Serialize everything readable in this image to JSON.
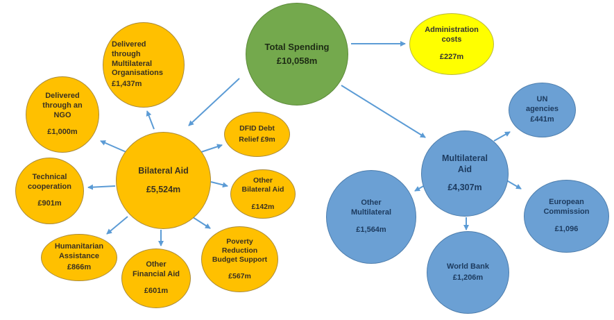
{
  "diagram": {
    "description": "UK aid spending breakdown bubble diagram",
    "colors": {
      "total_node": "#74a94d",
      "admin_node": "#ffff00",
      "bilateral_nodes": "#ffc000",
      "multilateral_nodes": "#6ba0d4",
      "arrows": "#5b9bd5",
      "background": "#ffffff"
    },
    "nodes": {
      "total": {
        "label": "Total Spending",
        "value": "£10,058m"
      },
      "admin": {
        "label": "Administration costs",
        "value": "£227m"
      },
      "dmo": {
        "label": "Delivered through Multilateral Organisations",
        "value": "£1,437m"
      },
      "ngo": {
        "label": "Delivered through an NGO",
        "value": "£1,000m"
      },
      "technical": {
        "label": "Technical cooperation",
        "value": "£901m"
      },
      "humanitarian": {
        "label": "Humanitarian Assistance",
        "value": "£866m"
      },
      "bilateral": {
        "label": "Bilateral Aid",
        "value": "£5,524m"
      },
      "other_financial": {
        "label": "Other Financial Aid",
        "value": "£601m"
      },
      "poverty": {
        "label": "Poverty Reduction Budget Support",
        "value": "£567m"
      },
      "other_bilateral": {
        "label": "Other Bilateral Aid",
        "value": "£142m"
      },
      "dfid": {
        "label": "DFID Debt Relief",
        "value": "£9m"
      },
      "multilateral": {
        "label": "Multilateral Aid",
        "value": "£4,307m"
      },
      "un": {
        "label": "UN agencies",
        "value": "£441m"
      },
      "european": {
        "label": "European Commission",
        "value": "£1,096"
      },
      "world_bank": {
        "label": "World Bank",
        "value": "£1,206m"
      },
      "other_mult": {
        "label": "Other Multilateral",
        "value": "£1,564m"
      }
    },
    "edges": [
      {
        "from": "total",
        "to": "admin"
      },
      {
        "from": "total",
        "to": "bilateral"
      },
      {
        "from": "total",
        "to": "multilateral"
      },
      {
        "from": "bilateral",
        "to": "dmo"
      },
      {
        "from": "bilateral",
        "to": "ngo"
      },
      {
        "from": "bilateral",
        "to": "technical"
      },
      {
        "from": "bilateral",
        "to": "humanitarian"
      },
      {
        "from": "bilateral",
        "to": "other_financial"
      },
      {
        "from": "bilateral",
        "to": "poverty"
      },
      {
        "from": "bilateral",
        "to": "other_bilateral"
      },
      {
        "from": "bilateral",
        "to": "dfid"
      },
      {
        "from": "multilateral",
        "to": "un"
      },
      {
        "from": "multilateral",
        "to": "european"
      },
      {
        "from": "multilateral",
        "to": "world_bank"
      },
      {
        "from": "multilateral",
        "to": "other_mult"
      }
    ]
  }
}
